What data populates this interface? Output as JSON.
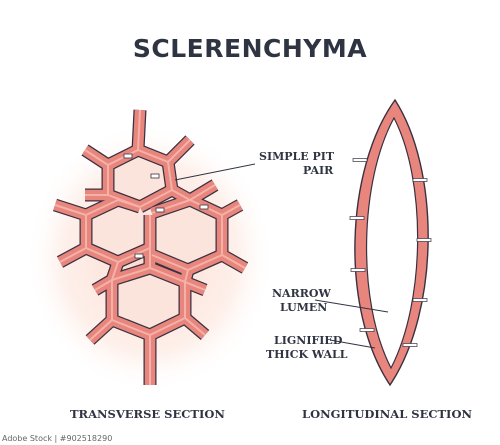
{
  "title": "SCLERENCHYMA",
  "labels": {
    "simple_pit_line1": "SIMPLE PIT",
    "simple_pit_line2": "PAIR",
    "narrow_lumen_line1": "NARROW",
    "narrow_lumen_line2": "LUMEN",
    "lignified_line1": "LIGNIFIED",
    "lignified_line2": "THICK WALL"
  },
  "captions": {
    "transverse": "TRANSVERSE SECTION",
    "longitudinal": "LONGITUDINAL SECTION"
  },
  "credit": "Adobe Stock | #902518290",
  "colors": {
    "wall_fill": "#e8867e",
    "wall_light": "#f4b1a8",
    "outline": "#3a3140",
    "cell_fill": "#fbe4dc",
    "glow": "#fde5dc",
    "text": "#2f3442"
  }
}
